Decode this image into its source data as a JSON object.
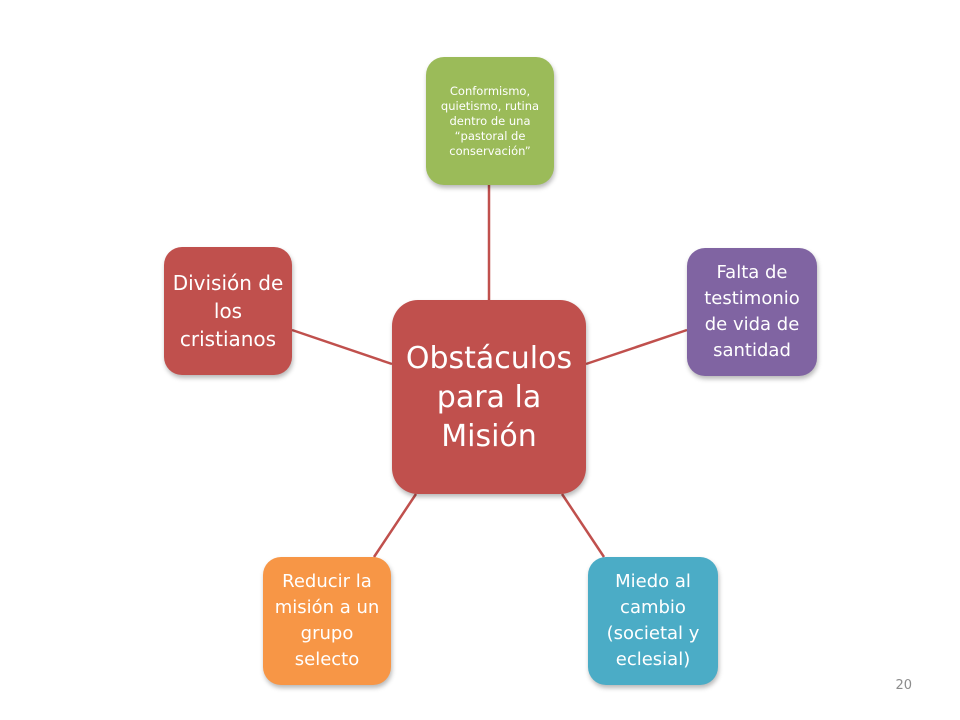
{
  "diagram": {
    "center": {
      "label": "Obstáculos para la Misión",
      "color": "#c0504d"
    },
    "nodes": [
      {
        "id": "top",
        "label": "Conformismo, quietismo, rutina dentro de una “pastoral de conservación”",
        "color": "#9bbb59"
      },
      {
        "id": "right",
        "label": "Falta de testimonio de vida de santidad",
        "color": "#8064a2"
      },
      {
        "id": "bottom_right",
        "label": "Miedo al cambio (societal y eclesial)",
        "color": "#4bacc6"
      },
      {
        "id": "bottom_left",
        "label": "Reducir la misión a un grupo selecto",
        "color": "#f79646"
      },
      {
        "id": "left",
        "label": "División de los cristianos",
        "color": "#c0504d"
      }
    ],
    "connector_color": "#c0504d"
  },
  "slide": {
    "page_number": "20"
  }
}
